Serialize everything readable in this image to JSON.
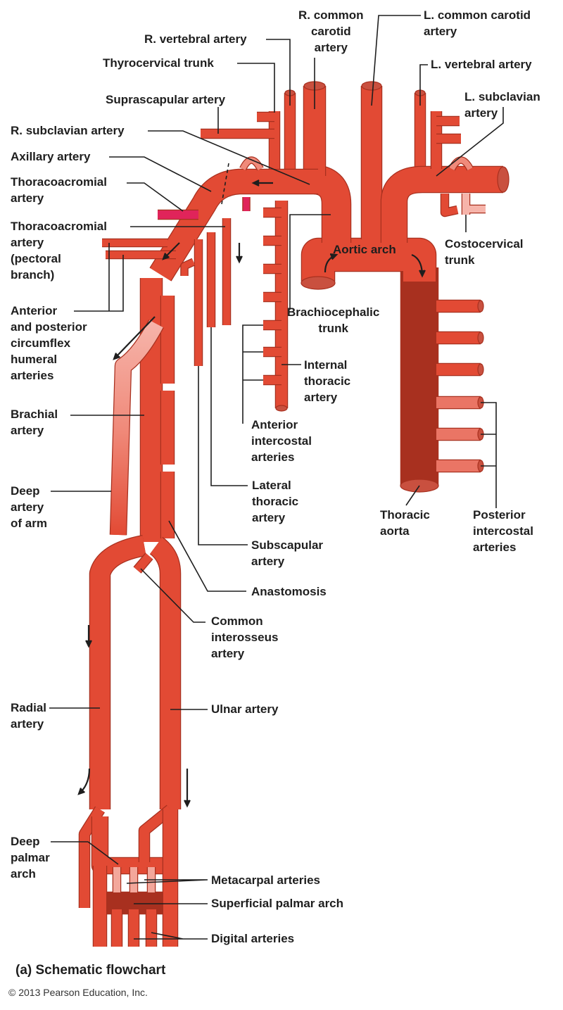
{
  "colors": {
    "artery": "#e24a34",
    "outline": "#a8301f",
    "faded": "#f6b4aa",
    "thoracoacromial": "#e0245a",
    "text": "#1e1e1e"
  },
  "labels": {
    "r_vertebral": "R. vertebral artery",
    "r_common_carotid": "R. common\ncarotid\nartery",
    "l_common_carotid": "L. common carotid\nartery",
    "thyrocervical": "Thyrocervical trunk",
    "l_vertebral": "L. vertebral artery",
    "suprascapular": "Suprascapular artery",
    "l_subclavian": "L. subclavian\nartery",
    "r_subclavian": "R. subclavian artery",
    "axillary": "Axillary artery",
    "thoracoacromial": "Thoracoacromial\nartery",
    "thoracoacromial_pectoral": "Thoracoacromial\nartery\n(pectoral\nbranch)",
    "costocervical": "Costocervical\ntrunk",
    "aortic_arch": "Aortic arch",
    "circumflex_humeral": "Anterior\nand posterior\ncircumflex\nhumeral\narteries",
    "brachiocephalic": "Brachiocephalic\ntrunk",
    "internal_thoracic": "Internal\nthoracic\nartery",
    "brachial": "Brachial\nartery",
    "anterior_intercostal": "Anterior\nintercostal\narteries",
    "deep_artery_arm": "Deep\nartery\nof arm",
    "lateral_thoracic": "Lateral\nthoracic\nartery",
    "thoracic_aorta": "Thoracic\naorta",
    "posterior_intercostal": "Posterior\nintercostal\narteries",
    "subscapular": "Subscapular\nartery",
    "anastomosis": "Anastomosis",
    "common_interosseus": "Common\ninterosseus\nartery",
    "radial": "Radial\nartery",
    "ulnar": "Ulnar artery",
    "deep_palmar_arch": "Deep\npalmar\narch",
    "metacarpal": "Metacarpal arteries",
    "superficial_palmar_arch": "Superficial palmar arch",
    "digital": "Digital arteries"
  },
  "caption": "(a) Schematic flowchart",
  "copyright": "© 2013 Pearson Education, Inc."
}
